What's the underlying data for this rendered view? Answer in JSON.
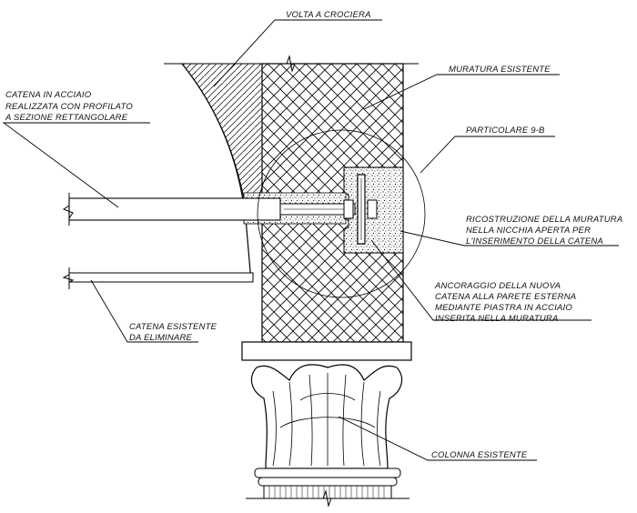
{
  "labels": {
    "volta": "VOLTA A CROCIERA",
    "muratura": "MURATURA ESISTENTE",
    "catena_line1": "CATENA IN ACCIAIO",
    "catena_line2": "REALIZZATA CON PROFILATO",
    "catena_line3": "A SEZIONE RETTANGOLARE",
    "particolare": "PARTICOLARE 9-B",
    "ricostruzione_line1": "RICOSTRUZIONE DELLA MURATURA",
    "ricostruzione_line2": "NELLA NICCHIA APERTA PER",
    "ricostruzione_line3": "L'INSERIMENTO DELLA CATENA",
    "ancoraggio_line1": "ANCORAGGIO DELLA NUOVA",
    "ancoraggio_line2": "CATENA ALLA PARETE ESTERNA",
    "ancoraggio_line3": "MEDIANTE PIASTRA IN ACCIAIO",
    "ancoraggio_line4": "INSERITA NELLA MURATURA",
    "esistente_line1": "CATENA ESISTENTE",
    "esistente_line2": "DA ELIMINARE",
    "colonna": "COLONNA ESISTENTE"
  }
}
